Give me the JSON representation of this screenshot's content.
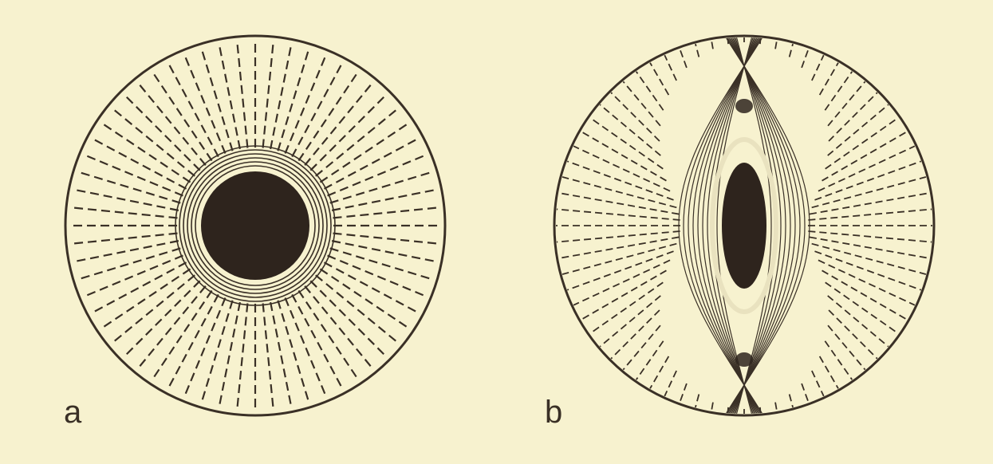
{
  "colors": {
    "background": "#f7f2cf",
    "ink": "#3a3026",
    "fill": "#2e241d"
  },
  "panels": [
    {
      "id": "a",
      "label": "a",
      "pupil_shape": "round"
    },
    {
      "id": "b",
      "label": "b",
      "pupil_shape": "slit"
    }
  ]
}
